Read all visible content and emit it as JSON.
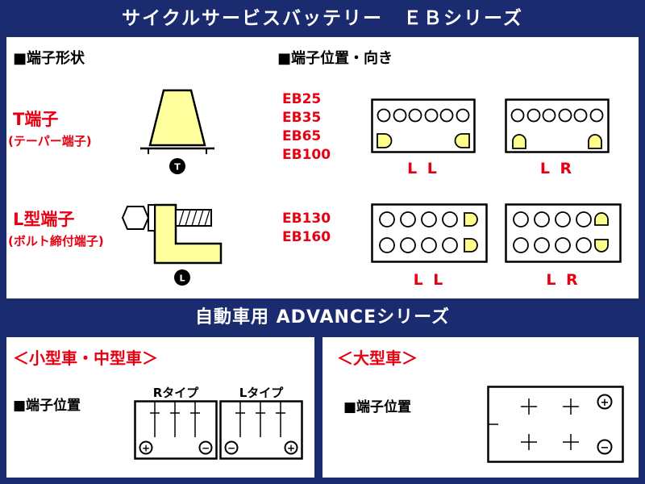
{
  "colors": {
    "navy": "#1b2b6f",
    "red": "#e60012",
    "terminal_yellow": "#ffff8c",
    "shape_yellow": "#ffff9e"
  },
  "header_eb": "サイクルサービスバッテリー　ＥＢシリーズ",
  "header_advance": "自動車用 ADVANCEシリーズ",
  "eb": {
    "shape_heading": "■端子形状",
    "position_heading": "■端子位置・向き",
    "t_terminal": {
      "name": "T端子",
      "sub": "(テーパー端子)",
      "badge": "T"
    },
    "l_terminal": {
      "name": "L型端子",
      "sub": "(ボルト締付端子)",
      "badge": "L"
    },
    "group1": {
      "models": [
        "EB25",
        "EB35",
        "EB65",
        "EB100"
      ],
      "label_left": "L L",
      "label_right": "L R"
    },
    "group2": {
      "models": [
        "EB130",
        "EB160"
      ],
      "label_left": "L L",
      "label_right": "L R"
    }
  },
  "advance": {
    "small_medium": {
      "title": "＜小型車・中型車＞",
      "heading": "■端子位置",
      "r_type": {
        "label": "Rタイプ",
        "left_sign": "+",
        "right_sign": "−"
      },
      "l_type": {
        "label": "Lタイプ",
        "left_sign": "−",
        "right_sign": "+"
      }
    },
    "large": {
      "title": "＜大型車＞",
      "heading": "■端子位置",
      "plus_sign": "+",
      "minus_sign": "−"
    }
  }
}
